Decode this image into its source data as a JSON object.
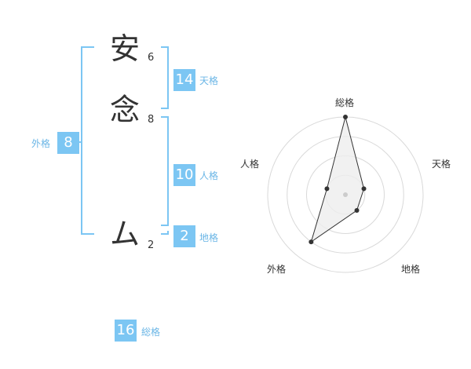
{
  "name": {
    "characters": [
      {
        "char": "安",
        "strokes": "6"
      },
      {
        "char": "念",
        "strokes": "8"
      },
      {
        "char": "ム",
        "strokes": "2"
      }
    ]
  },
  "fortunes": {
    "tenkaku": {
      "value": "14",
      "label": "天格"
    },
    "jinkaku": {
      "value": "10",
      "label": "人格"
    },
    "chikaku": {
      "value": "2",
      "label": "地格"
    },
    "gaikaku": {
      "value": "8",
      "label": "外格"
    },
    "soukaku": {
      "value": "16",
      "label": "総格"
    }
  },
  "chart_data": {
    "type": "radar",
    "axes": [
      "総格",
      "天格",
      "地格",
      "外格",
      "人格"
    ],
    "values": [
      4,
      1,
      1,
      3,
      1
    ],
    "rmax": 4,
    "rings": 4,
    "colors": {
      "ring": "#d9d9d9",
      "fill": "#eeeeee",
      "line": "#333333",
      "center": "#cccccc"
    }
  },
  "colors": {
    "bracket": "#7cc6f3",
    "badge": "#7cc6f3",
    "label": "#6bb6e6"
  }
}
